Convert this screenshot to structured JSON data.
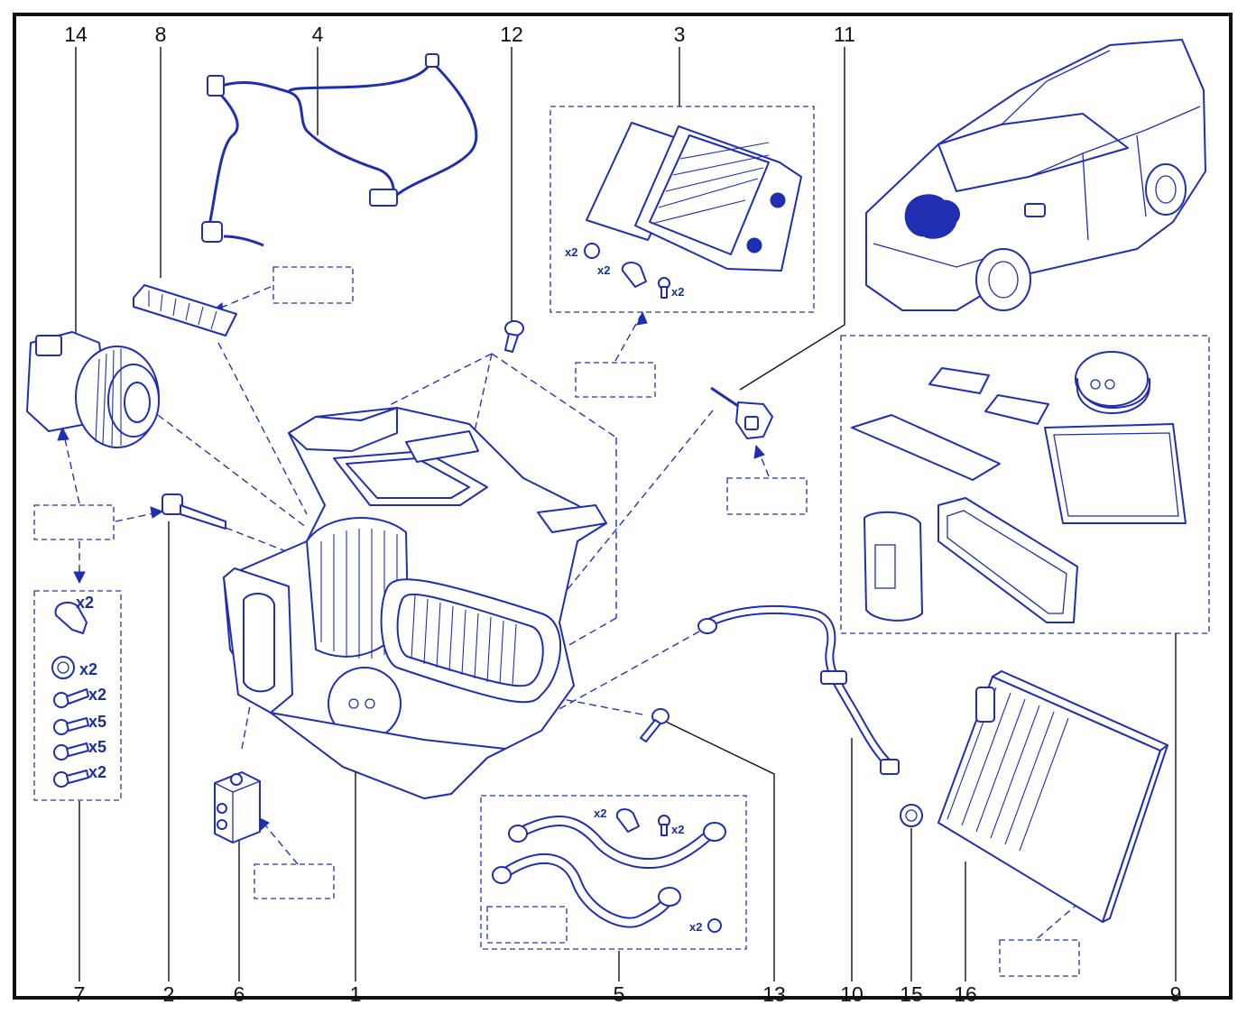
{
  "labels": {
    "n1": "1",
    "n2": "2",
    "n3": "3",
    "n4": "4",
    "n5": "5",
    "n6": "6",
    "n7": "7",
    "n8": "8",
    "n9": "9",
    "n10": "10",
    "n11": "11",
    "n12": "12",
    "n13": "13",
    "n14": "14",
    "n15": "15",
    "n16": "16"
  },
  "kit7": {
    "q1": "x2",
    "q2": "x2",
    "q3": "x2",
    "q4": "x5",
    "q5": "x5",
    "q6": "x2"
  },
  "kit3": {
    "q1": "x2",
    "q2": "x2",
    "q3": "x2"
  },
  "kit5": {
    "q1": "x2",
    "q2": "x2",
    "q3": "x2"
  },
  "colors": {
    "line_art": "#1f2fb0",
    "leader": "#111111",
    "callout_dash": "#2433b8"
  }
}
